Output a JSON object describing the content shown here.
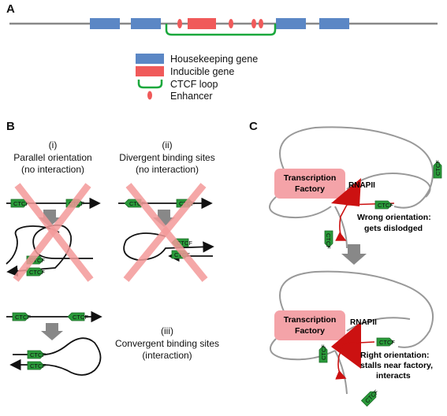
{
  "panels": {
    "a": "A",
    "b": "B",
    "c": "C"
  },
  "legend": {
    "housekeeping": "Housekeeping gene",
    "inducible": "Inducible gene",
    "ctcf_loop": "CTCF loop",
    "enhancer": "Enhancer"
  },
  "panel_b": {
    "i": {
      "num": "(i)",
      "line1": "Parallel orientation",
      "line2": "(no interaction)"
    },
    "ii": {
      "num": "(ii)",
      "line1": "Divergent binding sites",
      "line2": "(no interaction)"
    },
    "iii": {
      "num": "(iii)",
      "line1": "Convergent binding sites",
      "line2": "(interaction)"
    }
  },
  "panel_c": {
    "factory_line1": "Transcription",
    "factory_line2": "Factory",
    "rnapii": "RNAPII",
    "wrong_line1": "Wrong orientation:",
    "wrong_line2": "gets dislodged",
    "right_line1": "Right orientation:",
    "right_line2": "stalls near factory,",
    "right_line3": "interacts"
  },
  "ctcf_label": "CTCF",
  "colors": {
    "housekeeping": "#5b87c5",
    "inducible": "#f05a5a",
    "ctcf_loop": "#1aa83c",
    "ctcf_box": "#2a9a3a",
    "cross": "#f49a9a",
    "factory": "#f4a3a8",
    "rnapii": "#cc1111",
    "arrow": "#888888"
  }
}
